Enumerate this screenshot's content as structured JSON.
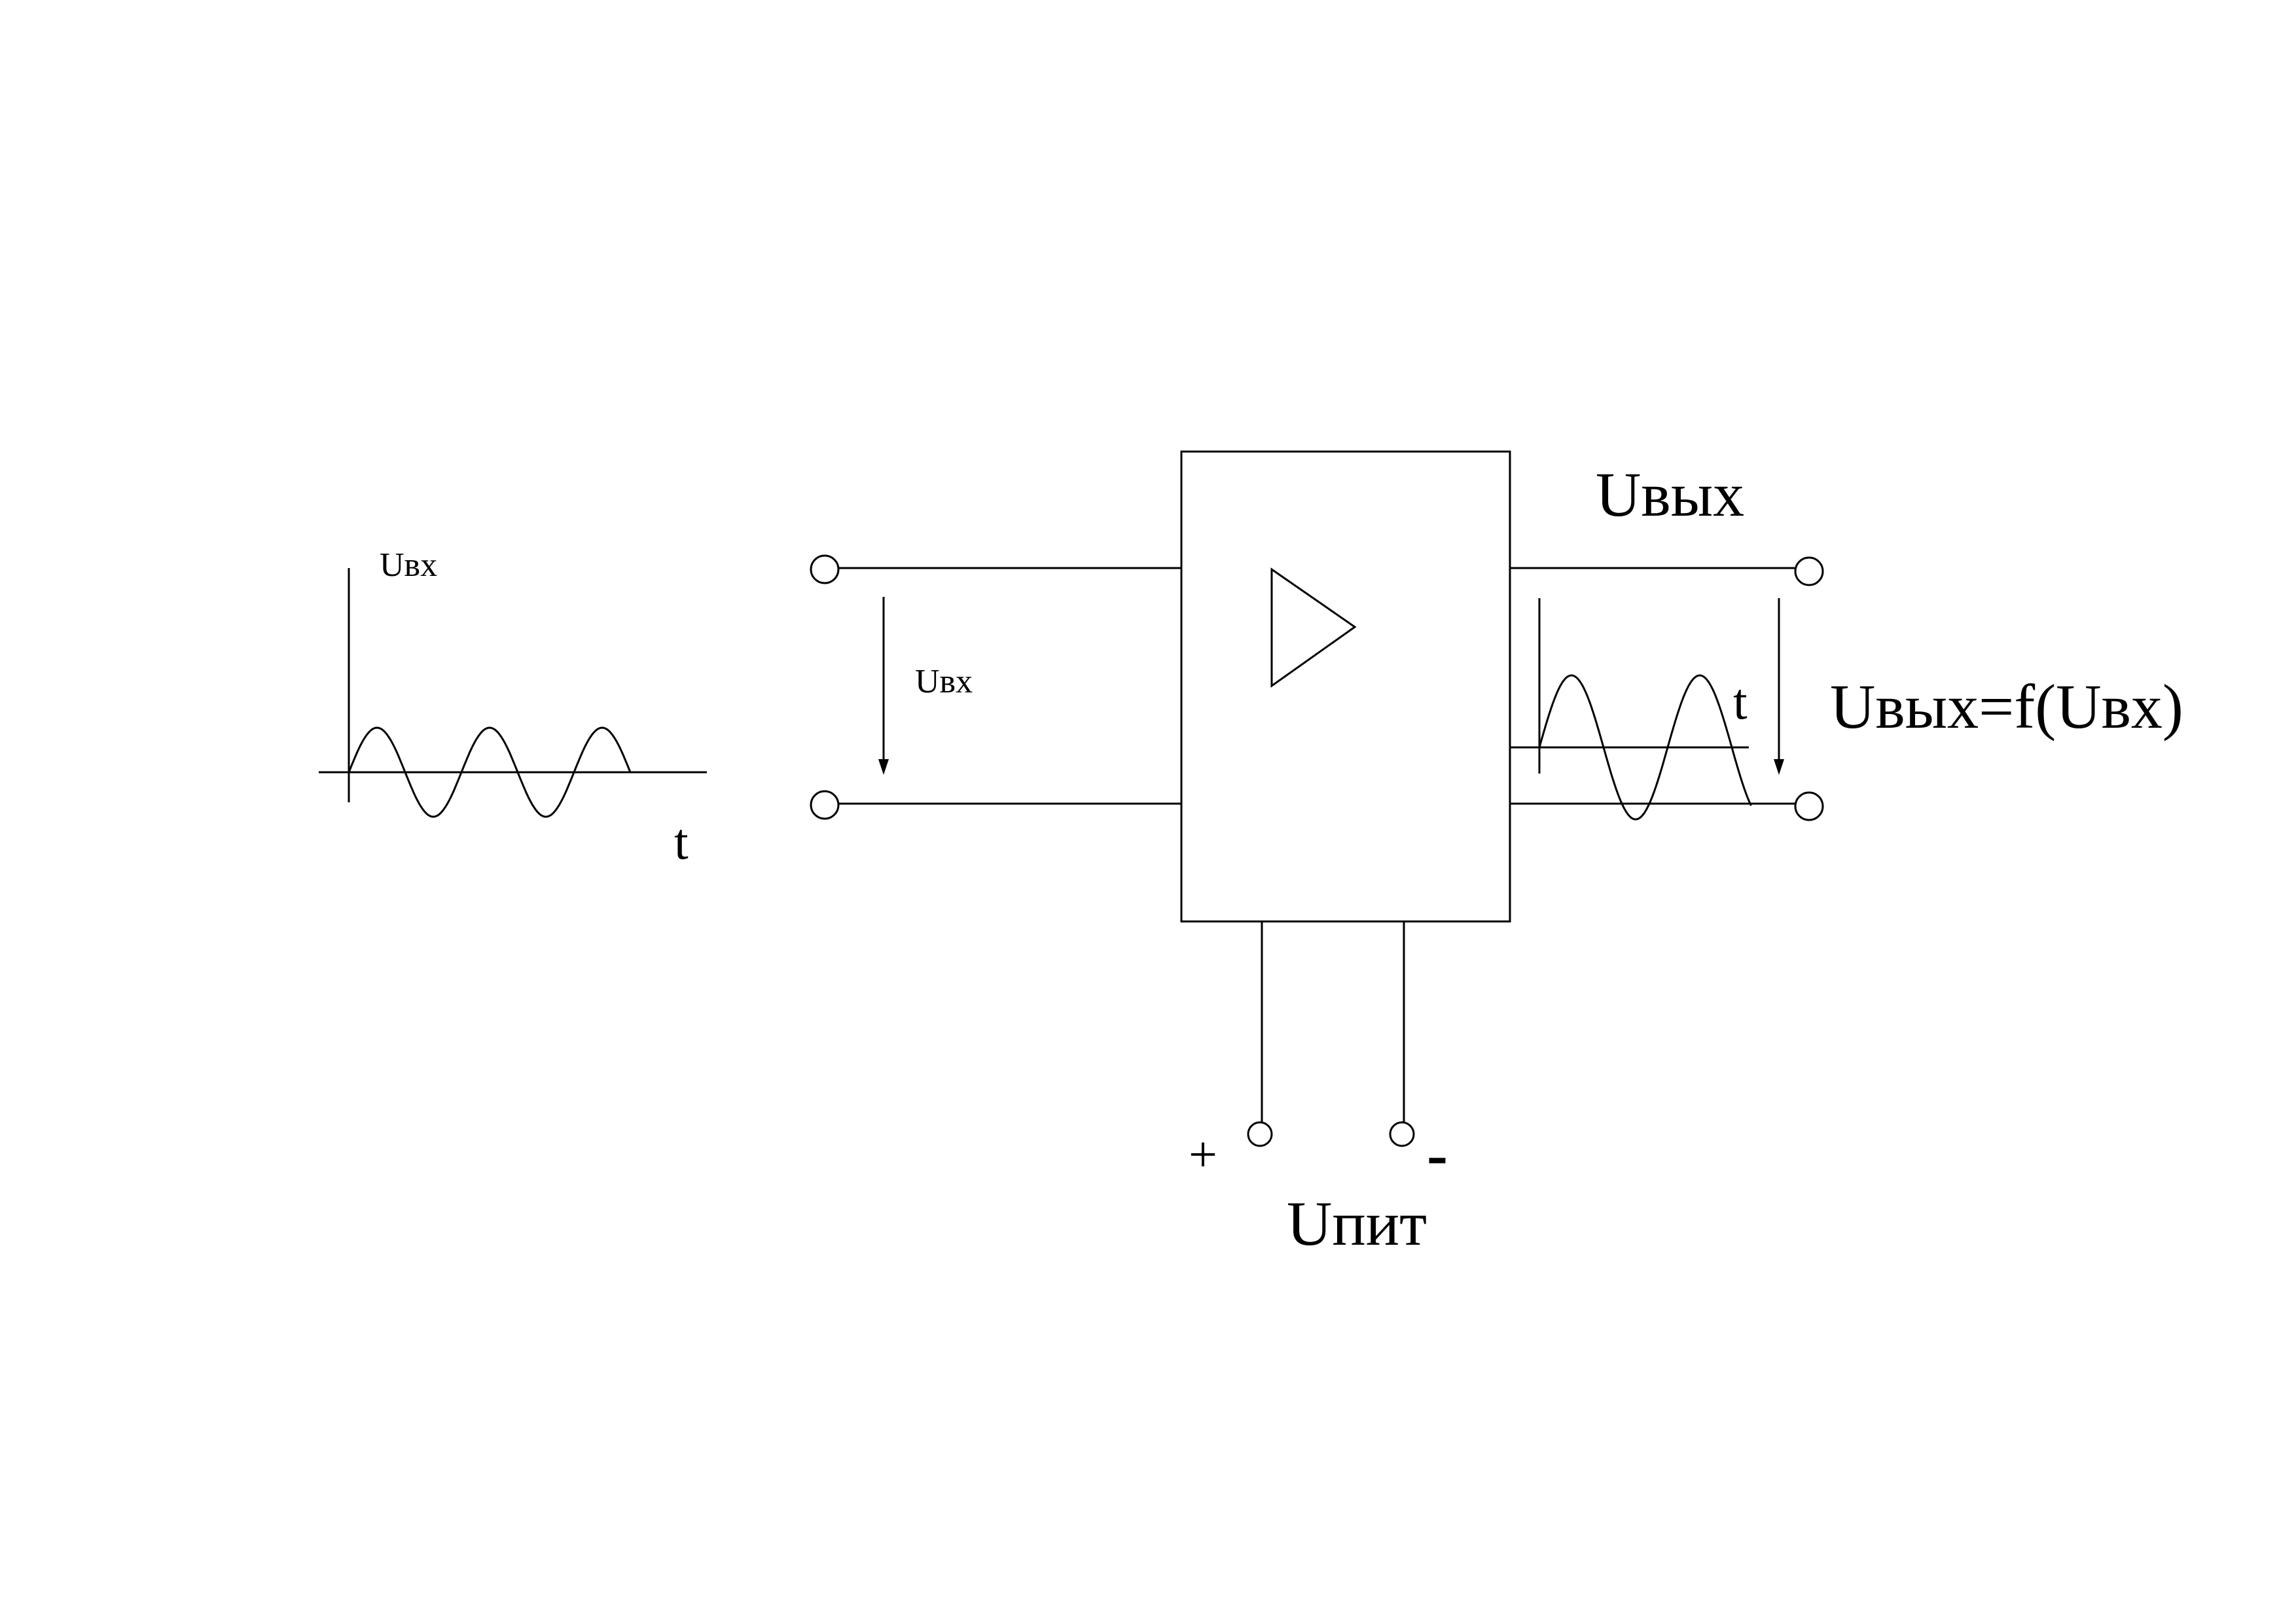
{
  "labels": {
    "input_graph_y_axis": "Uвх",
    "input_graph_t_axis": "t",
    "input_voltage": "Uвх",
    "output_voltage": "Uвых",
    "output_graph_t_axis": "t",
    "output_function": "Uвых=f(Uвх)",
    "supply_plus": "+",
    "supply_minus": "-",
    "supply_voltage": "Uпит"
  },
  "colors": {
    "line": "#000000",
    "background": "#ffffff"
  }
}
